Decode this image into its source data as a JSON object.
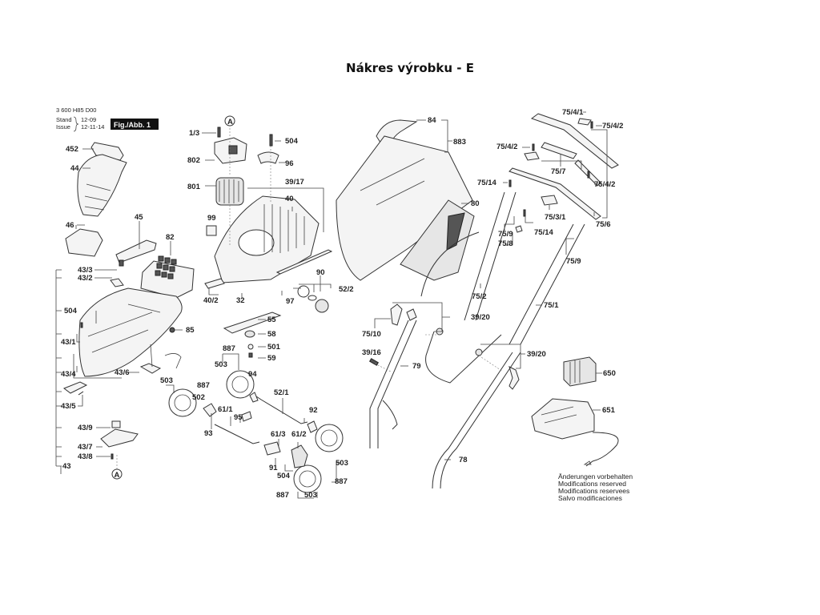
{
  "title": "Nákres výrobku - E",
  "doc_header": {
    "part_number": "3 600 H85 D00",
    "stand_label": "Stand",
    "issue_label": "Issue",
    "stand_date": "12-09",
    "issue_date": "12-11-14",
    "figure_label": "Fig./Abb. 1"
  },
  "callouts": {
    "a_top": "A",
    "a_bottom": "A"
  },
  "labels": {
    "p452": "452",
    "p44": "44",
    "p46": "46",
    "p45": "45",
    "p82": "82",
    "p43_3": "43/3",
    "p43_2": "43/2",
    "p504a": "504",
    "p43_1": "43/1",
    "p85": "85",
    "p43_4": "43/4",
    "p43_6": "43/6",
    "p43_5": "43/5",
    "p43_9": "43/9",
    "p43_7": "43/7",
    "p43_8": "43/8",
    "p43": "43",
    "p1_3": "1/3",
    "p802": "802",
    "p801": "801",
    "p504b": "504",
    "p96": "96",
    "p39_17": "39/17",
    "p40": "40",
    "p99": "99",
    "p90": "90",
    "p52_2": "52/2",
    "p40_2": "40/2",
    "p32": "32",
    "p97": "97",
    "p55": "55",
    "p58": "58",
    "p501": "501",
    "p59": "59",
    "p887a": "887",
    "p503a": "503",
    "p94": "94",
    "p887b": "887",
    "p503b": "503",
    "p502": "502",
    "p52_1": "52/1",
    "p92": "92",
    "p61_1": "61/1",
    "p95": "95",
    "p93": "93",
    "p61_3": "61/3",
    "p61_2": "61/2",
    "p91": "91",
    "p504c": "504",
    "p503c": "503",
    "p887c": "887",
    "p887d": "887",
    "p503d": "503",
    "p84": "84",
    "p883": "883",
    "p80": "80",
    "p75_4_1": "75/4/1",
    "p75_4_2a": "75/4/2",
    "p75_4_2b": "75/4/2",
    "p75_7": "75/7",
    "p75_4_2c": "75/4/2",
    "p75_14a": "75/14",
    "p75_3_1": "75/3/1",
    "p75_6": "75/6",
    "p75_9a": "75/9",
    "p75_14b": "75/14",
    "p75_8": "75/8",
    "p75_9b": "75/9",
    "p75_2": "75/2",
    "p75_1": "75/1",
    "p39_20a": "39/20",
    "p75_10": "75/10",
    "p39_16": "39/16",
    "p79": "79",
    "p39_20b": "39/20",
    "p78": "78",
    "p650": "650",
    "p651": "651"
  },
  "footnote": [
    "Änderungen vorbehalten",
    "Modifications reserved",
    "Modifications reservees",
    "Salvo modificaciones"
  ]
}
